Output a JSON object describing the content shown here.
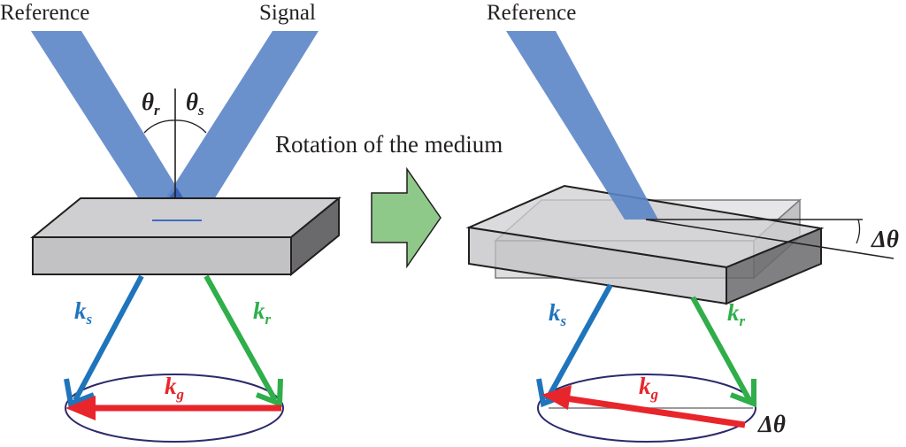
{
  "left_panel": {
    "reference_label": "Reference",
    "signal_label": "Signal",
    "theta_r": {
      "symbol": "θ",
      "sub": "r"
    },
    "theta_s": {
      "symbol": "θ",
      "sub": "s"
    },
    "k_s": {
      "symbol": "k",
      "sub": "s"
    },
    "k_r": {
      "symbol": "k",
      "sub": "r"
    },
    "k_g": {
      "symbol": "k",
      "sub": "g"
    }
  },
  "arrow_caption": "Rotation of the medium",
  "right_panel": {
    "reference_label": "Reference",
    "delta_theta_top": "Δθ",
    "delta_theta_bottom": "Δθ",
    "k_s": {
      "symbol": "k",
      "sub": "s"
    },
    "k_r": {
      "symbol": "k",
      "sub": "r"
    },
    "k_g": {
      "symbol": "k",
      "sub": "g"
    }
  },
  "colors": {
    "beam": "#5b85c8",
    "beam_overlap": "#3f6bbf",
    "medium_top": "#d0d0d2",
    "medium_front": "#c2c2c4",
    "medium_side": "#6a6a6c",
    "k_s": "#1f75bc",
    "k_r": "#2fae4a",
    "k_g": "#e8252b",
    "ellipse": "#2b2a6b",
    "rotation_arrow": "#8fc98a"
  }
}
